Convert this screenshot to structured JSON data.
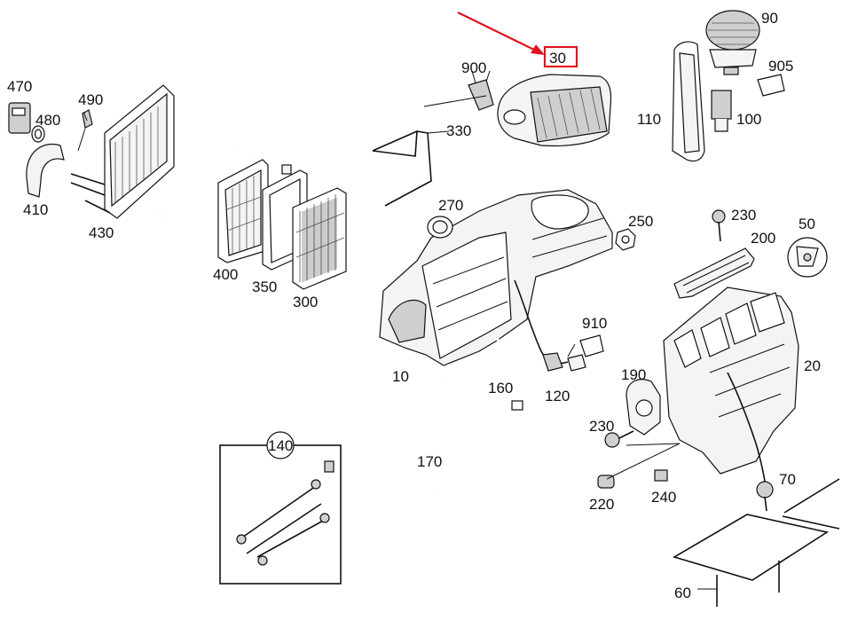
{
  "highlight": {
    "color": "#e0141e"
  },
  "labels": {
    "l470": "470",
    "l480": "480",
    "l490": "490",
    "l410": "410",
    "l430": "430",
    "l400": "400",
    "l350": "350",
    "l300": "300",
    "l900": "900",
    "l30": "30",
    "l330": "330",
    "l90": "90",
    "l905": "905",
    "l110": "110",
    "l100": "100",
    "l270": "270",
    "l250": "250",
    "l230a": "230",
    "l200": "200",
    "l50": "50",
    "l910": "910",
    "l10": "10",
    "l160": "160",
    "l120": "120",
    "l190": "190",
    "l20": "20",
    "l230b": "230",
    "l170": "170",
    "l220": "220",
    "l240": "240",
    "l70": "70",
    "l140": "140",
    "l60": "60"
  }
}
